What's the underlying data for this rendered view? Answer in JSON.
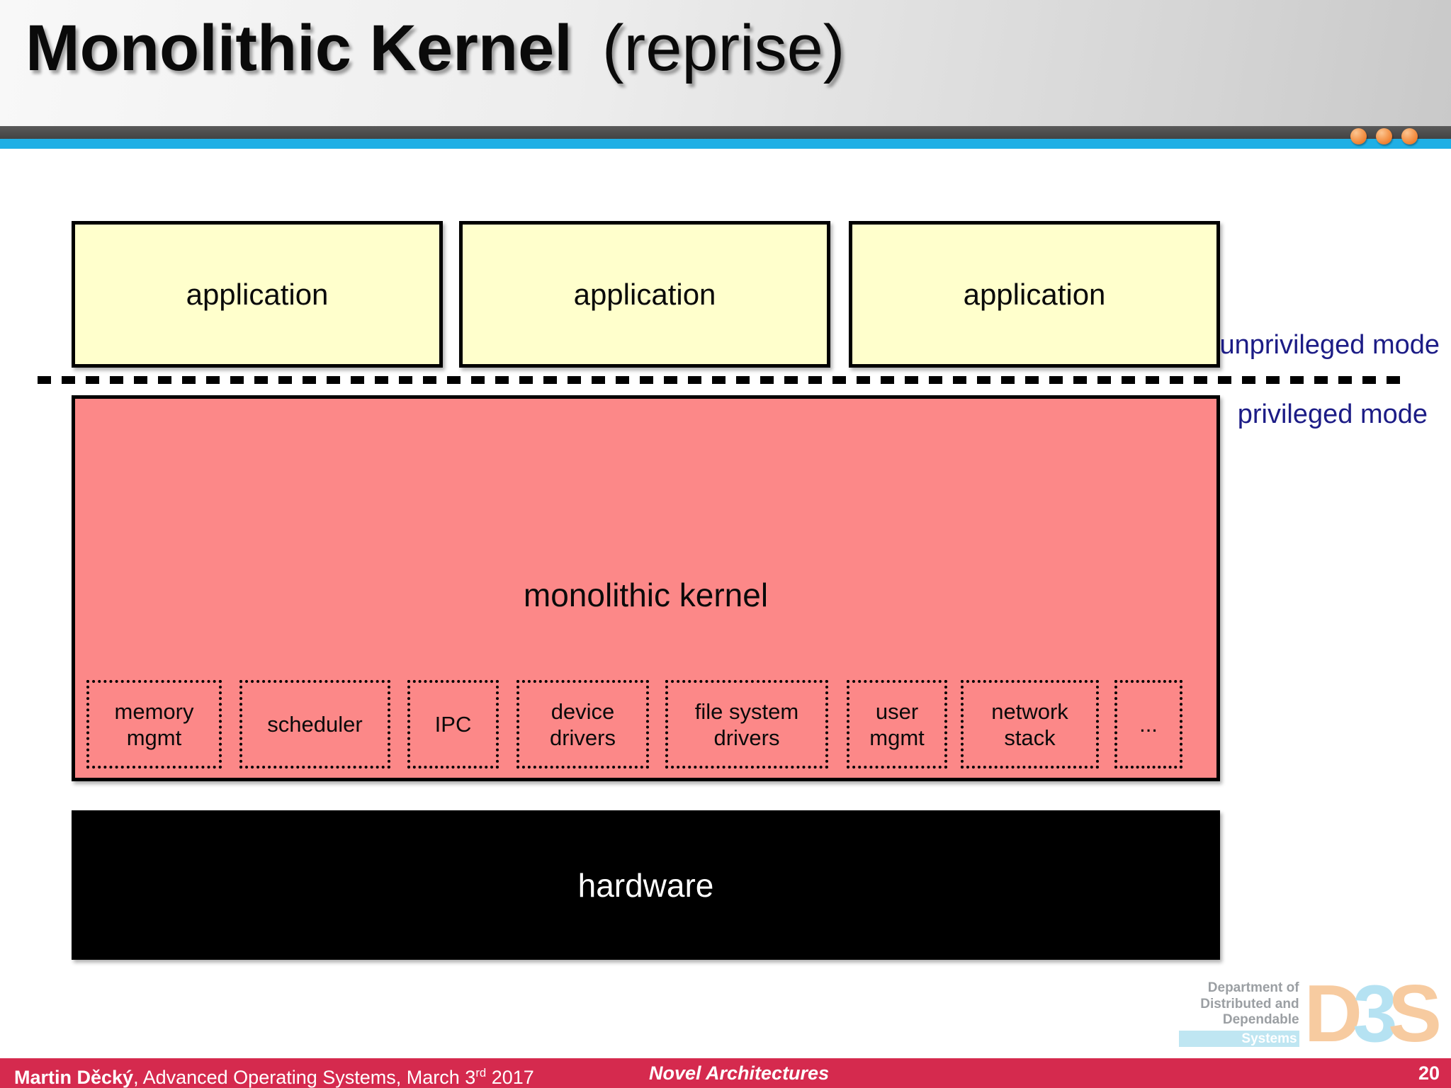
{
  "header": {
    "title_main": "Monolithic Kernel",
    "title_suffix": "(reprise)"
  },
  "diagram": {
    "applications": [
      {
        "label": "application"
      },
      {
        "label": "application"
      },
      {
        "label": "application"
      }
    ],
    "mode_labels": {
      "unprivileged": "unprivileged mode",
      "privileged": "privileged mode"
    },
    "kernel": {
      "label": "monolithic kernel",
      "modules": [
        {
          "label": "memory\nmgmt"
        },
        {
          "label": "scheduler"
        },
        {
          "label": "IPC"
        },
        {
          "label": "device\ndrivers"
        },
        {
          "label": "file system\ndrivers"
        },
        {
          "label": "user\nmgmt"
        },
        {
          "label": "network\nstack"
        },
        {
          "label": "..."
        }
      ]
    },
    "hardware": {
      "label": "hardware"
    }
  },
  "logo": {
    "dept_lines": [
      "Department of",
      "Distributed and",
      "Dependable"
    ],
    "systems": "Systems",
    "letters": [
      "D",
      "3",
      "S"
    ]
  },
  "footer": {
    "author": "Martin Děcký",
    "course": ", Advanced Operating Systems, March 3",
    "date_suffix": "rd",
    "year": " 2017",
    "section": "Novel Architectures",
    "page": "20"
  },
  "colors": {
    "application_fill": "#FFFFCC",
    "kernel_fill": "#FC8888",
    "hardware_fill": "#000000",
    "mode_text": "#1C1C86",
    "header_bar_gray": "#4D4D4D",
    "header_accent_cyan": "#1FAFE5",
    "dot_orange": "#EF7D2D",
    "footer_bar": "#D52A4E",
    "logo_peach": "#F7CBA0",
    "logo_blue": "#B5E2F2"
  }
}
